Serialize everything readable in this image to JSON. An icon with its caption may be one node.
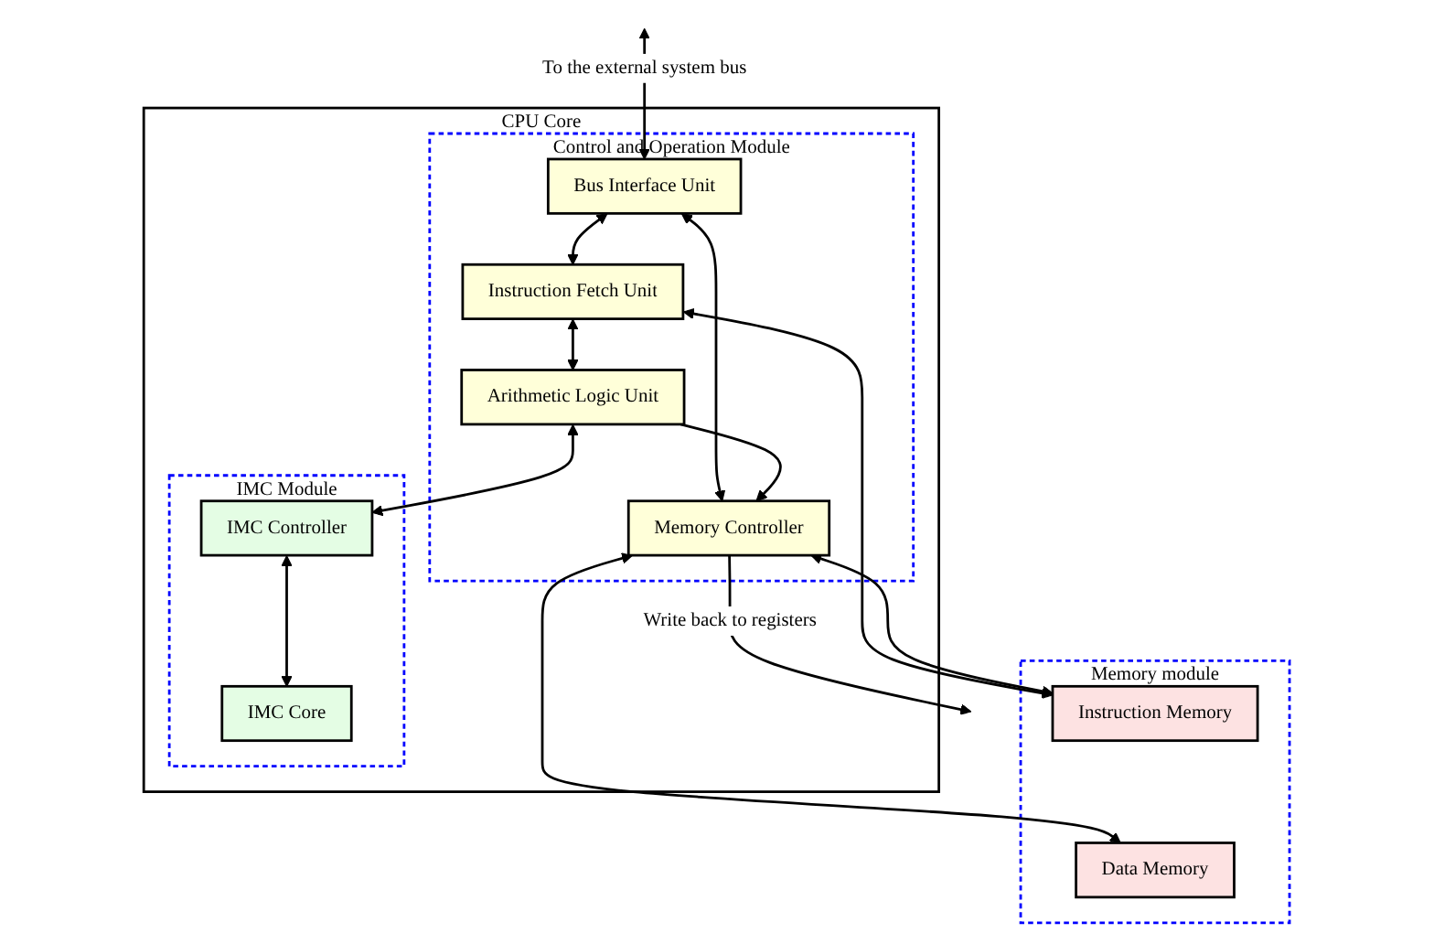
{
  "diagram": {
    "nodes": [
      {
        "text": [
          "CPU Core"
        ]
      },
      {
        "text": [
          "Control and Operation Module"
        ],
        "in": 0
      },
      {
        "text": [
          "Bus Interface Unit"
        ],
        "in": 1
      },
      {
        "text": [
          "Instruction Fetch Unit"
        ],
        "in": 1
      },
      {
        "text": [
          "Arithmetic Logic Unit"
        ],
        "in": 1
      },
      {
        "text": [
          "Memory Controller"
        ],
        "in": 1
      },
      {
        "text": [
          "IMC Module"
        ],
        "in": 0
      },
      {
        "text": [
          "IMC Controller"
        ],
        "in": 6
      },
      {
        "text": [
          "IMC Core"
        ],
        "in": 6
      },
      {
        "text": [
          "Memory module"
        ]
      },
      {
        "text": [
          "Instruction Memory"
        ],
        "in": 9
      },
      {
        "text": [
          "Data Memory"
        ],
        "in": 9
      }
    ],
    "edges": [
      {
        "from": null,
        "to": 2,
        "arrow": "both",
        "label": "To the external system bus"
      },
      {
        "from": 2,
        "to": 3,
        "arrow": "both"
      },
      {
        "from": 2,
        "to": 5,
        "arrow": "both"
      },
      {
        "from": 3,
        "to": 4,
        "arrow": "both"
      },
      {
        "from": 4,
        "to": 5,
        "arrow": "to"
      },
      {
        "from": 5,
        "to": null,
        "arrow": "to",
        "label": "Write back to registers"
      },
      {
        "from": 3,
        "to": 10,
        "arrow": "both"
      },
      {
        "from": 4,
        "to": 7,
        "arrow": "both"
      },
      {
        "from": 7,
        "to": 8,
        "arrow": "both"
      },
      {
        "from": 5,
        "to": 10,
        "arrow": "both"
      },
      {
        "from": 5,
        "to": 11,
        "arrow": "both"
      }
    ]
  }
}
